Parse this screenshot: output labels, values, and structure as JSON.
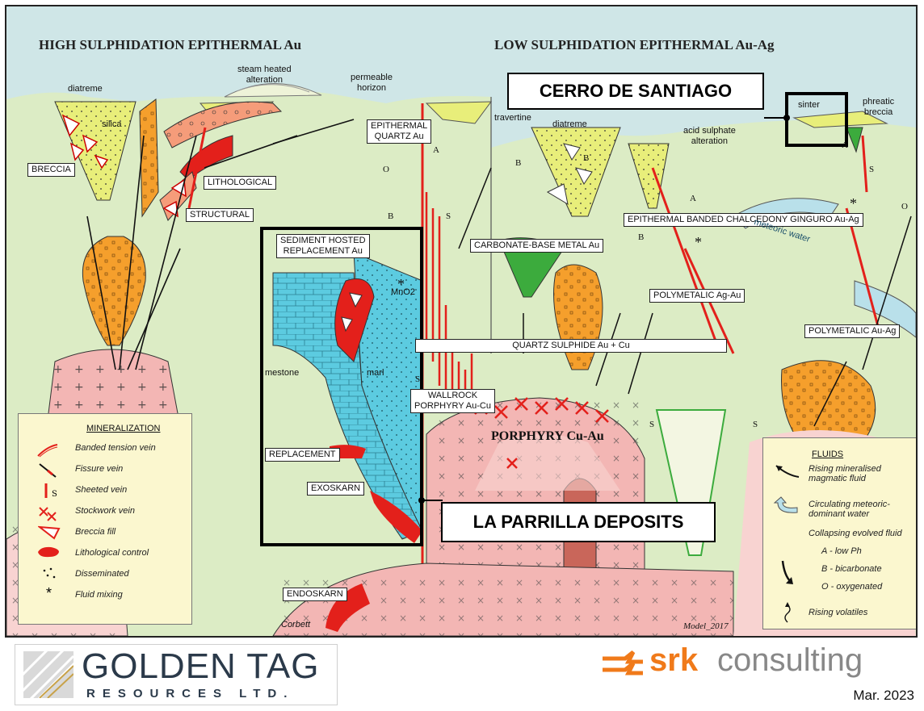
{
  "headings": {
    "left": "HIGH SULPHIDATION EPITHERMAL Au",
    "right": "LOW SULPHIDATION EPITHERMAL Au-Ag"
  },
  "callouts": {
    "cerro": "CERRO DE SANTIAGO",
    "parrilla": "LA PARRILLA DEPOSITS"
  },
  "boxed_labels": {
    "breccia": "BRECCIA",
    "lithological": "LITHOLOGICAL",
    "structural": "STRUCTURAL",
    "epithermal_quartz": "EPITHERMAL\nQUARTZ Au",
    "sediment_hosted": "SEDIMENT HOSTED\nREPLACEMENT Au",
    "carbonate_base": "CARBONATE-BASE METAL Au",
    "chalcedony": "EPITHERMAL BANDED CHALCEDONY GINGURO Au-Ag",
    "polymetalic_agau": "POLYMETALIC Ag-Au",
    "polymetalic_auag": "POLYMETALIC Au-Ag",
    "quartz_sulphide": "QUARTZ SULPHIDE Au + Cu",
    "wallrock": "WALLROCK\nPORPHYRY Au-Cu",
    "replacement": "REPLACEMENT",
    "exoskarn": "EXOSKARN",
    "endoskarn": "ENDOSKARN"
  },
  "free_labels": {
    "diatreme_left": "diatreme",
    "steam_heated": "steam heated\nalteration",
    "permeable": "permeable\nhorizon",
    "silica": "silica",
    "travertine": "travertine",
    "diatreme_right": "diatreme",
    "acid_sulphate": "acid sulphate\nalteration",
    "sinter": "sinter",
    "phreatic": "phreatic\nbreccia",
    "meteoric": "meteoric water",
    "mno2": "MnO2",
    "mestone": "mestone",
    "marl": "marl",
    "porphyry": "PORPHYRY Cu-Au",
    "corbett": "Corbett",
    "model": "Model_2017"
  },
  "letters": [
    "A",
    "O",
    "B",
    "S",
    "B",
    "A",
    "B",
    "A",
    "S",
    "O",
    "S",
    "S",
    "S",
    "B",
    "*",
    "*",
    "*"
  ],
  "legend_mineralization": {
    "title": "MINERALIZATION",
    "items": [
      {
        "label": "Banded tension vein",
        "icon": "banded-vein-icon"
      },
      {
        "label": "Fissure vein",
        "icon": "fissure-vein-icon"
      },
      {
        "label": "Sheeted vein",
        "icon": "sheeted-vein-icon",
        "mark": "S"
      },
      {
        "label": "Stockwork vein",
        "icon": "stockwork-icon"
      },
      {
        "label": "Breccia fill",
        "icon": "breccia-fill-icon"
      },
      {
        "label": "Lithological control",
        "icon": "lithological-icon"
      },
      {
        "label": "Disseminated",
        "icon": "disseminated-icon"
      },
      {
        "label": "Fluid mixing",
        "icon": "fluid-mixing-icon",
        "mark": "*"
      }
    ]
  },
  "legend_fluids": {
    "title": "FLUIDS",
    "items": [
      {
        "label": "Rising mineralised\nmagmatic fluid",
        "icon": "rising-fluid-icon"
      },
      {
        "label": "Circulating meteoric-\ndominant water",
        "icon": "meteoric-water-icon"
      },
      {
        "label": "Collapsing evolved fluid",
        "icon": "none"
      },
      {
        "label": "A  - low Ph",
        "icon": "none"
      },
      {
        "label": "B  - bicarbonate",
        "icon": "none"
      },
      {
        "label": "O  - oxygenated",
        "icon": "none"
      },
      {
        "label": "",
        "icon": "collapsing-arrow-icon"
      },
      {
        "label": "Rising volatiles",
        "icon": "rising-volatiles-icon"
      }
    ]
  },
  "footer": {
    "company_line1": "GOLDEN TAG",
    "company_line2": "RESOURCES LTD.",
    "srk_bold": "srk",
    "srk_light": "consulting",
    "date": "Mar. 2023"
  },
  "colors": {
    "sky": "#cfe6e7",
    "ground": "#dcecc5",
    "intrusion_pink": "#f3b6b4",
    "intrusion_light": "#f8d3d1",
    "orange": "#f59f2c",
    "yellow": "#e8ee7a",
    "limestone": "#5ccbe0",
    "red": "#e3201b",
    "green": "#3cab3d",
    "highlight_box": "#000000"
  }
}
